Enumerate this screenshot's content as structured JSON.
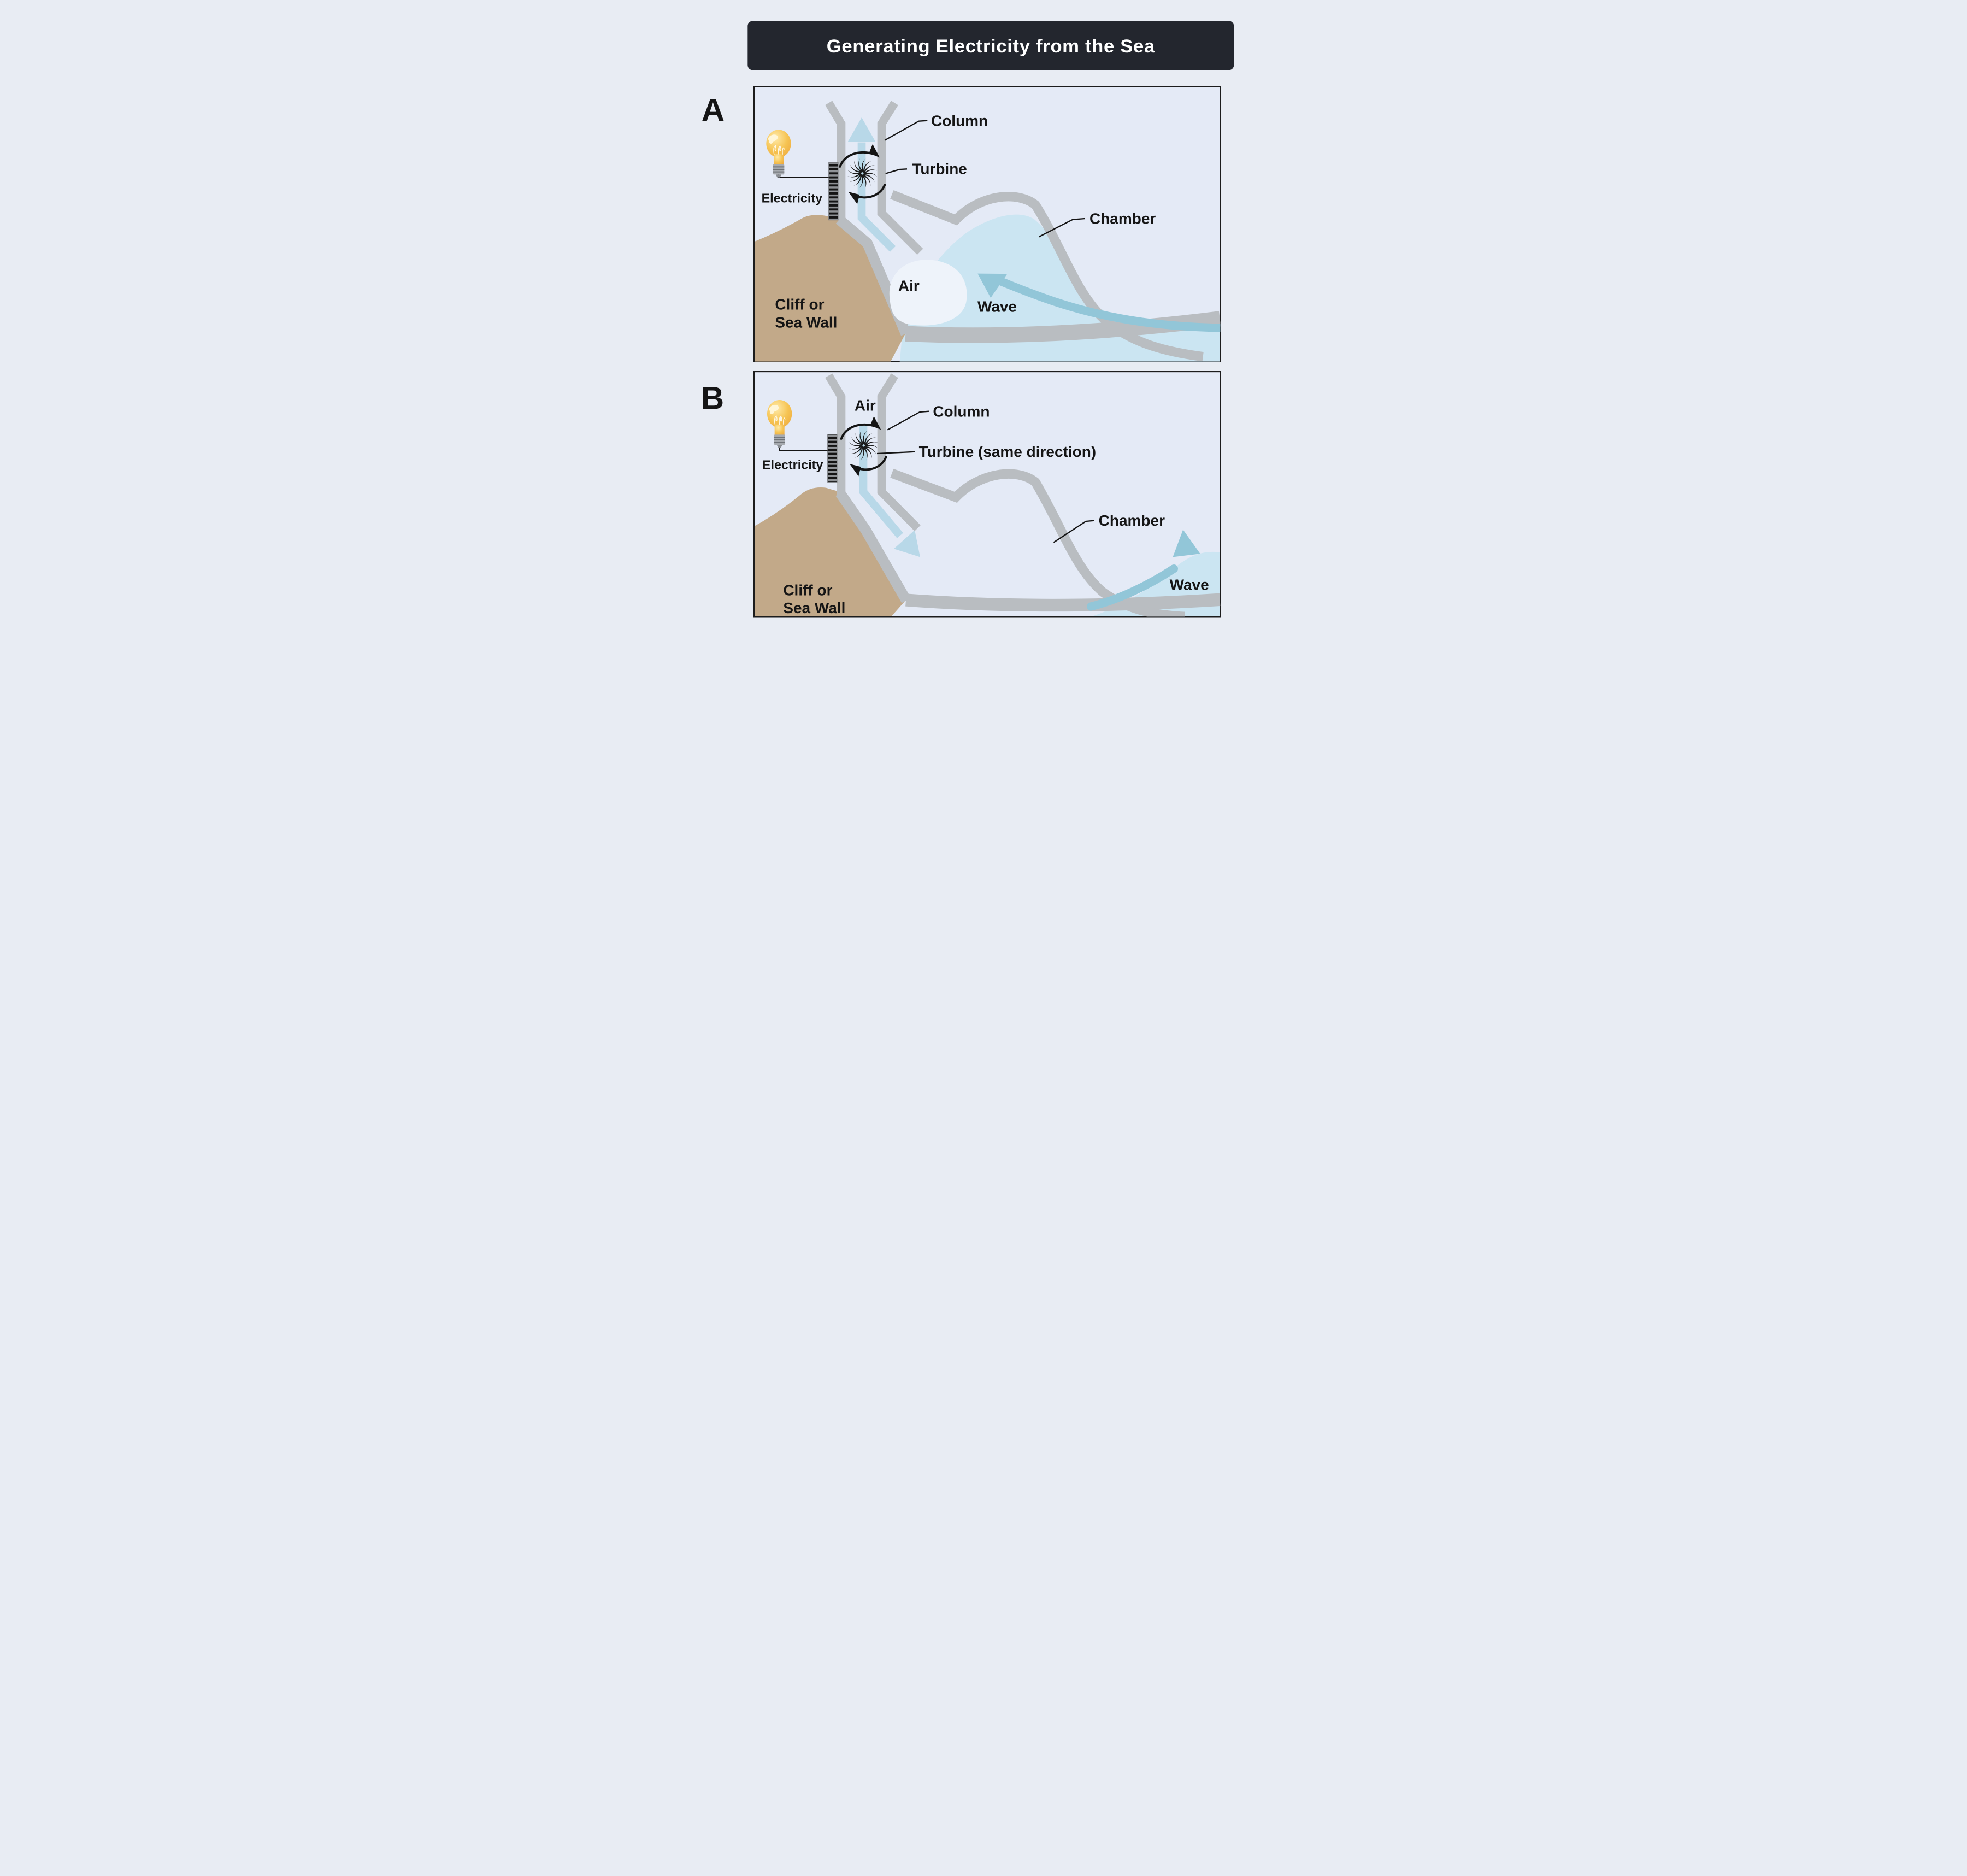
{
  "title": "Generating Electricity from the Sea",
  "colors": {
    "page_bg": "#e8ecf3",
    "panel_bg": "#e4eaf6",
    "title_bar": "#23262e",
    "title_text": "#ffffff",
    "structure_gray": "#b9bdc1",
    "cliff_tan": "#c2a989",
    "water_blue": "#cbe5f2",
    "air_blue": "#b8d8e8",
    "wave_arrow_teal": "#92c6d8",
    "air_pocket_white": "#eef3fa",
    "label_black": "#151515",
    "bulb_yellow": "#f6c453",
    "bulb_base_gray": "#a7abb0"
  },
  "panel_a": {
    "letter": "A",
    "labels": {
      "column": "Column",
      "turbine": "Turbine",
      "chamber": "Chamber",
      "electricity": "Electricity",
      "cliff_line1": "Cliff or",
      "cliff_line2": "Sea Wall",
      "air": "Air",
      "wave": "Wave"
    }
  },
  "panel_b": {
    "letter": "B",
    "labels": {
      "air": "Air",
      "column": "Column",
      "turbine": "Turbine (same direction)",
      "chamber": "Chamber",
      "electricity": "Electricity",
      "cliff_line1": "Cliff or",
      "cliff_line2": "Sea Wall",
      "wave": "Wave"
    }
  }
}
